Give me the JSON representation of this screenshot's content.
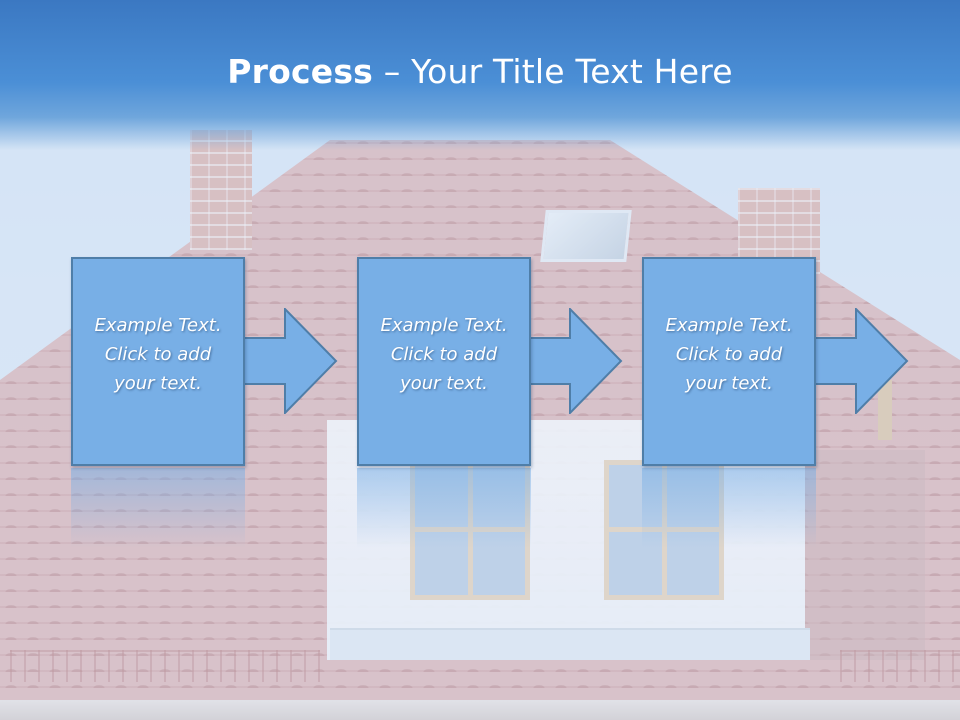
{
  "slide": {
    "title_bold": "Process",
    "title_rest": " – Your Title Text Here",
    "steps": [
      {
        "text": "Example Text.\nClick  to add\nyour text."
      },
      {
        "text": "Example Text.\nClick  to add\nyour text."
      },
      {
        "text": "Example Text.\nClick  to add\nyour text."
      }
    ]
  },
  "colors": {
    "title_band": "#3b78c2",
    "box_fill": "#78afe6",
    "box_border": "#4f7ea8",
    "arrow_fill": "#78afe6",
    "text": "#ffffff"
  },
  "icons": [
    "right-arrow-icon"
  ]
}
